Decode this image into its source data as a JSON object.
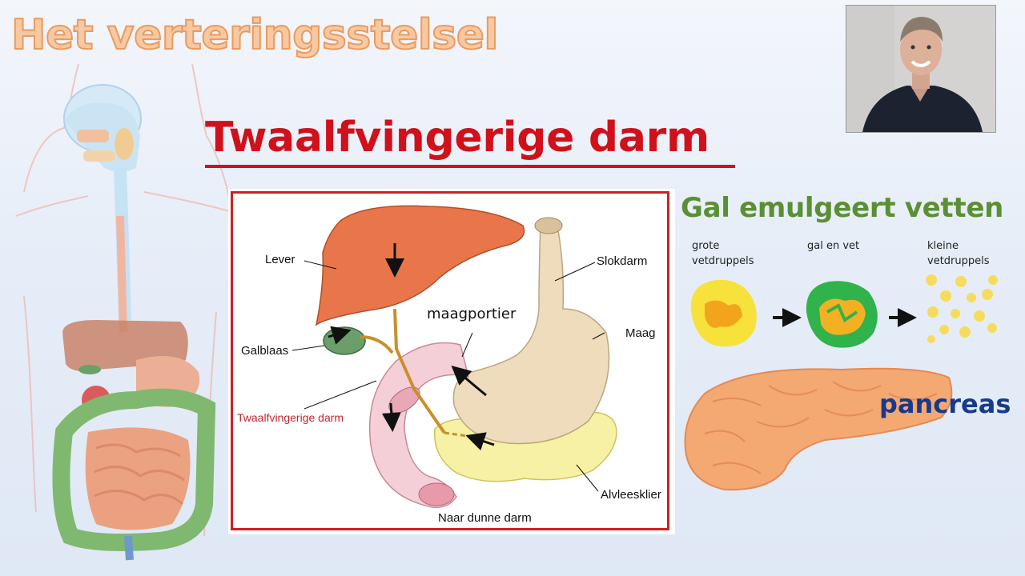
{
  "deck_title": "Het verteringsstelsel",
  "topic_title": "Twaalfvingerige darm",
  "diagram": {
    "labels": {
      "lever": "Lever",
      "slokdarm": "Slokdarm",
      "maagportier": "maagportier",
      "galblaas": "Galblaas",
      "maag": "Maag",
      "twaalfvingerige_darm": "Twaalfvingerige darm",
      "alvleesklier": "Alvleesklier",
      "naar_dunne_darm": "Naar dunne darm"
    }
  },
  "gal": {
    "title": "Gal emulgeert vetten",
    "step1": {
      "line1": "grote",
      "line2": "vetdruppels"
    },
    "step2": {
      "line1": "gal en vet"
    },
    "step3": {
      "line1": "kleine",
      "line2": "vetdruppels"
    }
  },
  "pancreas_label": "pancreas",
  "colors": {
    "accent_red": "#d0111b",
    "title_orange": "#ec9a5f",
    "gal_green": "#5b8f34",
    "pancreas_blue": "#173a8a"
  }
}
